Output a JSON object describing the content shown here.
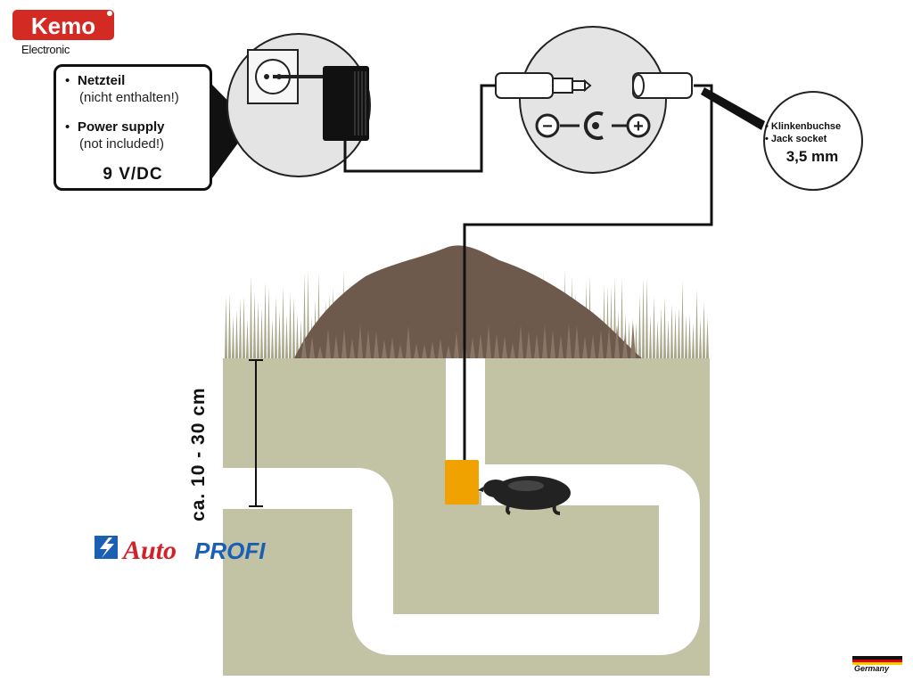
{
  "brand": {
    "name": "Kemo",
    "subtitle": "Electronic",
    "color": "#d32a23"
  },
  "callout": {
    "items": [
      {
        "title": "Netzteil",
        "note": "(nicht enthalten!)"
      },
      {
        "title": "Power supply",
        "note": "(not included!)"
      }
    ],
    "voltage": "9 V/DC"
  },
  "polarity": {
    "minus": "−",
    "center": "C",
    "plus": "+"
  },
  "jack": {
    "line1": "Klinkenbuchse",
    "line2": "Jack socket",
    "size": "3,5 mm"
  },
  "depth_label": "ca. 10 - 30 cm",
  "watermark": {
    "part1": "Auto",
    "part2": "PROFI",
    "color1": "#d42027",
    "color2": "#1a5fb4"
  },
  "country": "Germany",
  "colors": {
    "soil": "#c2c3a5",
    "tunnel": "#ffffff",
    "mound": "#6e5a4c",
    "grass": "#a7a688",
    "device": "#f0a300",
    "circle": "#e4e4e4"
  }
}
